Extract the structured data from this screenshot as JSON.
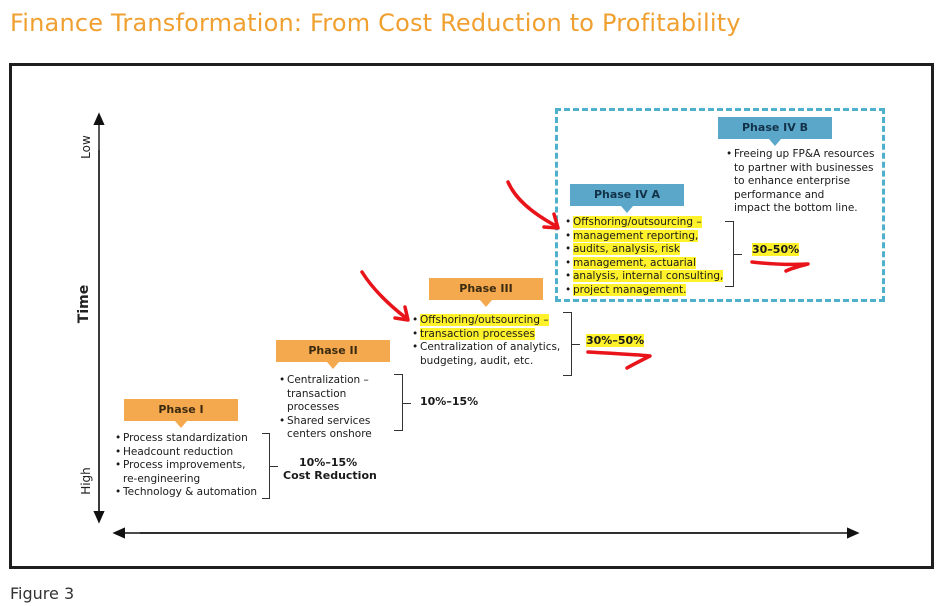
{
  "title": "Finance Transformation: From Cost Reduction to Profitability",
  "caption": "Figure 3",
  "axis": {
    "y_label": "Time",
    "y_top": "Low",
    "y_bottom": "High"
  },
  "phases": [
    {
      "label": "Phase I",
      "items": [
        "Process standardization",
        "Headcount reduction",
        "Process improvements,",
        "re-engineering",
        "Technology & automation"
      ],
      "pct": "10%–15%",
      "pct_sub": "Cost Reduction"
    },
    {
      "label": "Phase II",
      "items": [
        "Centralization –",
        "transaction",
        "processes",
        "Shared services",
        "centers onshore"
      ],
      "pct": "10%–15%"
    },
    {
      "label": "Phase III",
      "items": [
        "Offshoring/outsourcing –",
        "transaction processes",
        "Centralization of  analytics,",
        "budgeting, audit, etc."
      ],
      "pct": "30%–50%"
    },
    {
      "label": "Phase IV A",
      "items": [
        "Offshoring/outsourcing –",
        "management reporting,",
        "audits, analysis, risk",
        "management, actuarial",
        "analysis, internal consulting,",
        "project management."
      ],
      "pct": "30–50%"
    },
    {
      "label": "Phase IV B",
      "items": [
        "Freeing up FP&A resources",
        "to partner with businesses",
        "to enhance enterprise",
        "performance and",
        "impact the bottom line."
      ]
    }
  ],
  "colors": {
    "title": "#f0a030",
    "phase_tag": "#f5a94e",
    "phase_tag_blue": "#5ba7c9",
    "highlight": "#fff22a",
    "annotation": "#e8141a",
    "dashed_box": "#4fb0cc"
  }
}
